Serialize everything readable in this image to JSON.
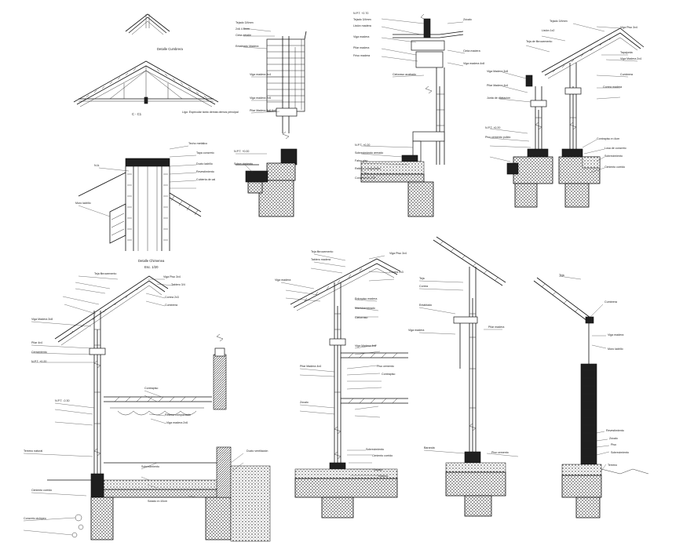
{
  "title": "",
  "details": [
    {
      "id": "roof-truss",
      "captions": [
        "Detalle Cumbrera",
        "C - C1",
        "Ligo: Especular tanto demás demos principal"
      ]
    },
    {
      "id": "gable-wall",
      "labels": [
        "Tejado 3/4mm",
        "2x6 4 8mm",
        "Cinta detalle",
        "Entablado Madera",
        "Viga madera 3x4",
        "Viga madera 2x6",
        "Pilar Madera 4x6 6x6",
        "Anclaje acero",
        "N.P.T. +0.00",
        "Sobre cimiento",
        "Falso piso"
      ]
    },
    {
      "id": "eave-section",
      "labels": [
        "N.P.T. +2.70",
        "Tejado 3/4mm",
        "Listón madera",
        "Viga madera",
        "Pilar madera",
        "Friso madera",
        "Zócalo",
        "Cinta madera",
        "Viga madera 4x8",
        "Cieloraso acabado",
        "Cimiento corrido",
        "Sobrecimiento armado",
        "N.P.T. +0.20",
        "Falso piso",
        "Relleno compactado",
        "Concreto f'c 175"
      ]
    },
    {
      "id": "ridge-foundation",
      "labels": [
        "Tejado 3/4mm",
        "Viga Piso 3x4",
        "Listón 1x2",
        "Teja de fibrocemento",
        "Tapajunta",
        "Viga Madera 2x4",
        "Cumbrera",
        "Correa madera",
        "Viga Madera 3x8",
        "Pilar Madera 4x4",
        "Junta de dilatación",
        "N.P.T. +0.20",
        "Piso cemento pulido",
        "Contrapiso e=4cm",
        "Losa de concreto",
        "Sobrecimiento",
        "Cimiento corrido"
      ]
    },
    {
      "id": "chimney",
      "labels": [
        "Techo metálico",
        "N.A.",
        "Tapa concreto",
        "Ducto ladrillo",
        "Revestimiento",
        "Cubierta de cal",
        "Muro ladrillo"
      ],
      "captions": [
        "Detalle Chimenea",
        "Esc. 1/20"
      ]
    },
    {
      "id": "floor-section-main",
      "labels": [
        "Teja fibrocemento",
        "Viga Piso 3x4",
        "Tablero 3/4",
        "Correa 2x3",
        "Cumbrera",
        "Viga Madera 3x8",
        "Pilar 4x4",
        "Cerramiento",
        "N.P.T. +0.20",
        "Contrapiso",
        "Relleno compactado",
        "Viga madera 2x6",
        "N.P.T. -0.30",
        "Terreno natural",
        "Ducto ventilación",
        "Cimiento corrido",
        "Sobrecimiento",
        "Concreto ciclópeo",
        "Solado e=10cm"
      ]
    },
    {
      "id": "two-storey-section",
      "labels": [
        "Teja fibrocemento",
        "Tablero madera",
        "Viga Piso 3x4",
        "Correa 2x3",
        "Viga madera",
        "Entrepiso madera",
        "Machihembrado",
        "Cielorraso",
        "Viga Madera 4x8",
        "Pilar Madera 4x4",
        "Piso cemento",
        "Contrapiso",
        "Sobrecimiento",
        "Cimiento corrido",
        "Solado",
        "Relleno",
        "Zócalo"
      ]
    },
    {
      "id": "post-section",
      "labels": [
        "Teja",
        "Correa",
        "Entablado",
        "Viga madera",
        "Pilar madera",
        "Baranda",
        "Piso cemento",
        "Sobrecimiento",
        "Cimiento"
      ]
    },
    {
      "id": "brick-wall-section",
      "labels": [
        "Teja",
        "Cumbrera",
        "Viga madera",
        "Muro ladrillo",
        "Revestimiento",
        "Zócalo",
        "Piso",
        "Sobrecimiento",
        "Terreno"
      ]
    }
  ]
}
